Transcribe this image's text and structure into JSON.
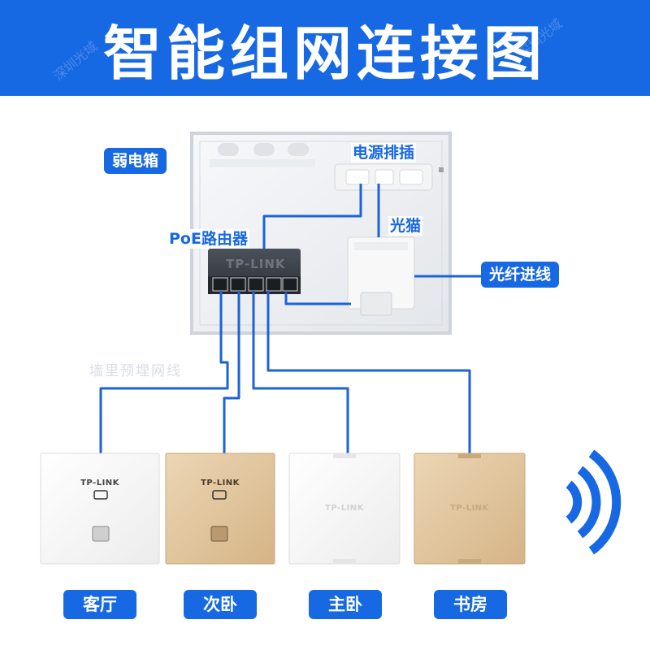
{
  "header": {
    "title": "智能组网连接图",
    "watermark": "深圳光域"
  },
  "labels": {
    "box": "弱电箱",
    "power_strip": "电源排插",
    "modem": "光猫",
    "router": "PoE路由器",
    "fiber_in": "光纤进线",
    "wall_wiring": "墙里预埋网线"
  },
  "brand": "TP-LINK",
  "rooms": [
    {
      "label": "客厅",
      "finish": "white"
    },
    {
      "label": "次卧",
      "finish": "gold"
    },
    {
      "label": "主卧",
      "finish": "white"
    },
    {
      "label": "书房",
      "finish": "gold"
    }
  ],
  "colors": {
    "accent": "#1668e3",
    "cable": "#1c62d8",
    "gold_panel": "#e2c7a0",
    "white_panel": "#f6f6f6",
    "router_body": "#3a3f47"
  },
  "icons": [
    "wifi-signal-icon",
    "ethernet-port-icon"
  ]
}
